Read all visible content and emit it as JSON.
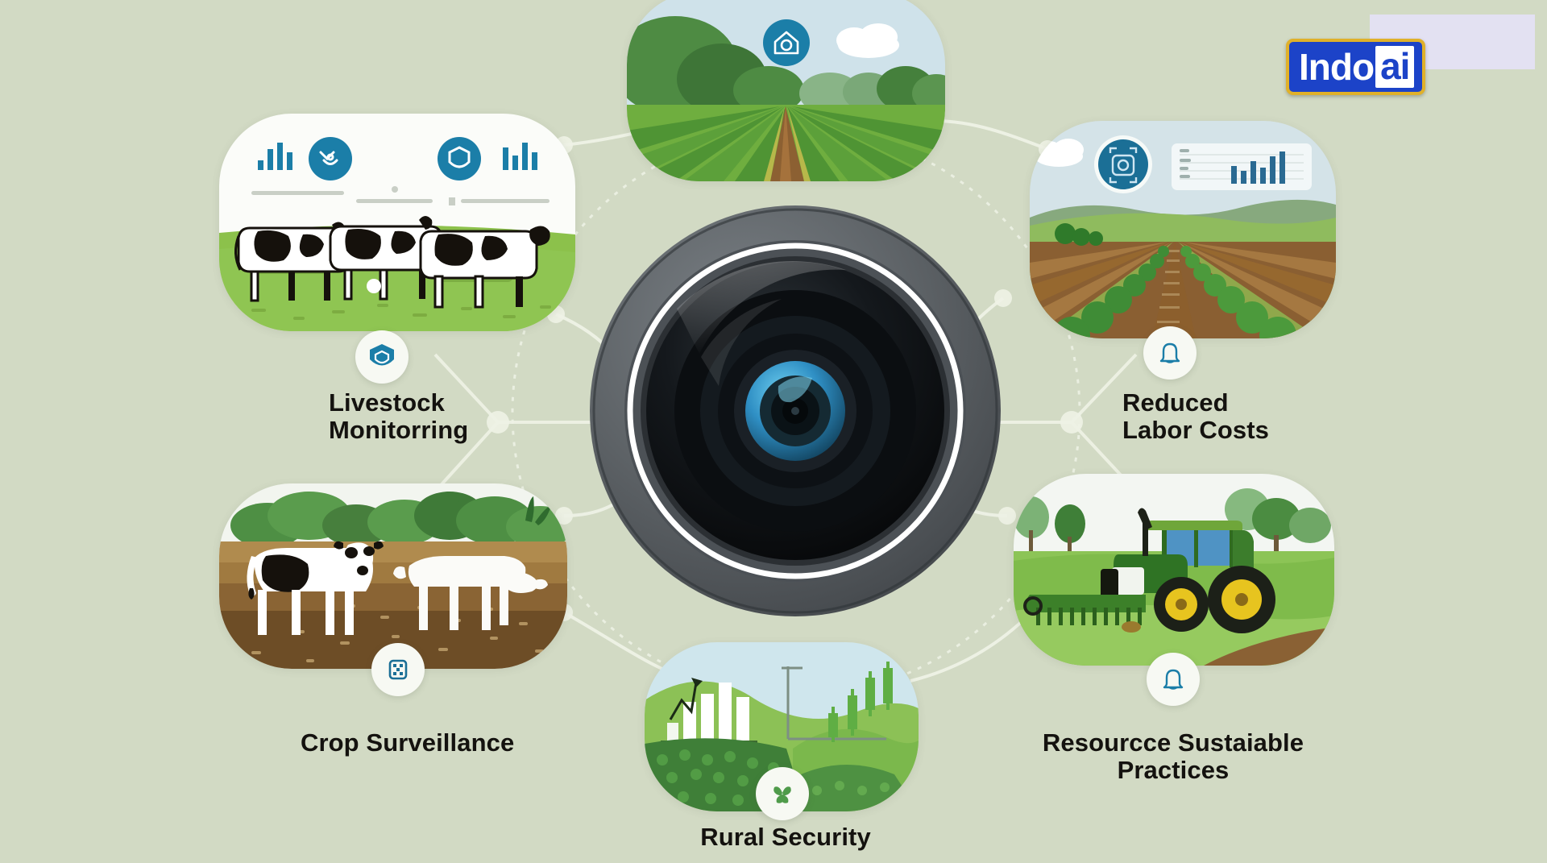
{
  "background": {
    "color": "#d2dac4"
  },
  "brand": {
    "logo_primary": "Indo",
    "logo_secondary": "ai",
    "blue": "#1c43c8",
    "gold": "#e0b12a",
    "plate_color": "#e3e1f2"
  },
  "center": {
    "name": "camera-lens",
    "barrel_color": "#5b6065",
    "ring_color": "#ffffff",
    "glass_color": "#111315",
    "iris_color": "#3aa6d8"
  },
  "nodes": [
    {
      "id": "livestock-monitoring",
      "label": "Livestock\nMonitorring",
      "badge_icon": "shield-icon",
      "badge_color": "#1b7ea8",
      "scene": "holstein-cows-dashboard",
      "position": "top-left"
    },
    {
      "id": "crop-field",
      "label": "",
      "badge_icon": "camera-home-icon",
      "badge_color": "#1b7ea8",
      "scene": "crop-rows-field",
      "position": "top-center"
    },
    {
      "id": "reduced-labor-costs",
      "label": "Reduced\nLabor Costs",
      "badge_icon": "bell-icon",
      "badge_color": "#1b7ea8",
      "scene": "orchard-rows-analytics",
      "position": "right-top"
    },
    {
      "id": "crop-surveillance",
      "label": "Crop Surveillance",
      "badge_icon": "scan-code-icon",
      "badge_color": "#1b6f96",
      "scene": "cows-on-soil",
      "position": "left-bottom"
    },
    {
      "id": "rural-security",
      "label": "Rural Security",
      "badge_icon": "leaf-icon",
      "badge_color": "#4f9b4a",
      "scene": "green-hills-charts",
      "position": "bottom-center"
    },
    {
      "id": "resource-sustainable-practices",
      "label": "Resourcce Sustaiable\nPractices",
      "badge_icon": "bell-icon",
      "badge_color": "#1b7ea8",
      "scene": "green-tractor-field",
      "position": "right-bottom"
    }
  ],
  "scene_icons": {
    "livestock_cow_head": "cow-head-icon",
    "livestock_shield": "shield-icon",
    "field_camera": "camera-home-icon",
    "orchard_gear": "gear-tech-icon",
    "hills_leaf": "leaf-icon"
  }
}
